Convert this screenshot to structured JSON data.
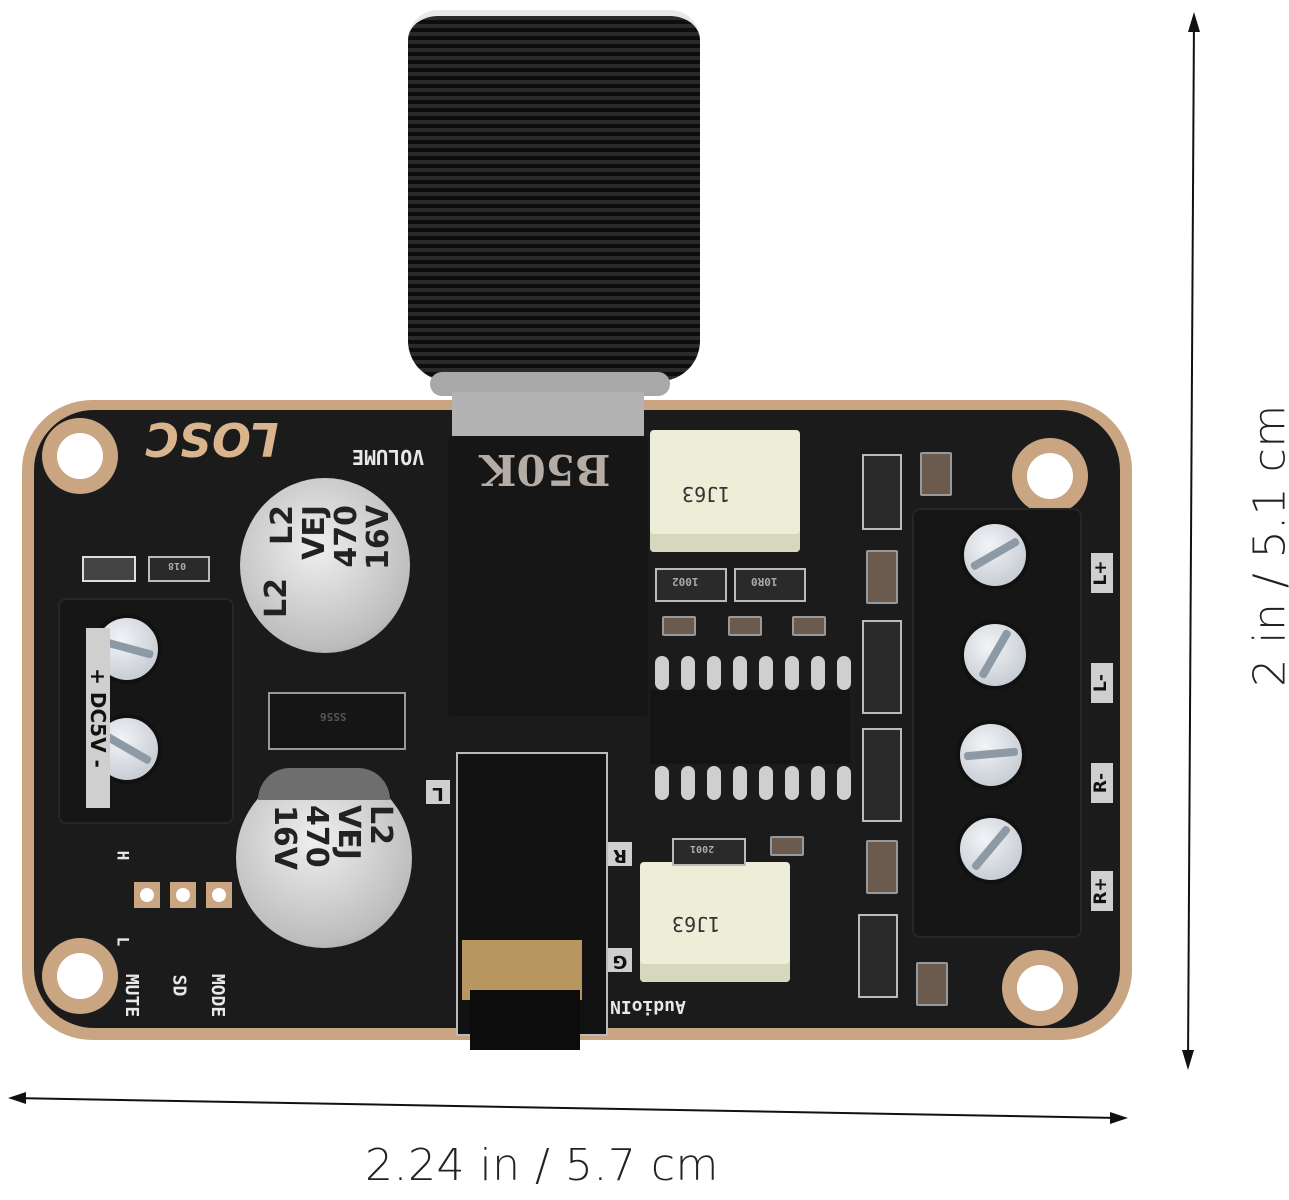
{
  "dimensions": {
    "width_label": "2.24 in / 5.7 cm",
    "height_label": "2 in / 5.1 cm"
  },
  "board": {
    "brand_silkscreen": "LOSC",
    "volume_label": "VOLUME",
    "potentiometer_marking": "B50K",
    "power_label": "+ DC5V -",
    "capacitors": [
      {
        "line1": "L2",
        "line2": "VEJ",
        "line3": "470",
        "line4": "16V"
      },
      {
        "line1": "L2",
        "line2": "VEJ",
        "line3": "470",
        "line4": "16V"
      }
    ],
    "film_capacitors": [
      {
        "marking": "1J63"
      },
      {
        "marking": "1J63"
      }
    ],
    "resistors": [
      "1002",
      "10R0",
      "2001"
    ],
    "diode_marking": "SS56",
    "led_resistor": "018",
    "jumper_labels": {
      "h": "H",
      "l": "L",
      "mute": "MUTE",
      "sd": "SD",
      "mode": "MODE"
    },
    "audio_in_label": "AudioIN",
    "audio_channel_labels": [
      "L",
      "R",
      "G"
    ],
    "speaker_labels": [
      "L+",
      "L-",
      "R-",
      "R+"
    ]
  },
  "colors": {
    "pcb": "#1b1b1c",
    "pcb_edge": "#c9a582",
    "background": "#ffffff"
  }
}
